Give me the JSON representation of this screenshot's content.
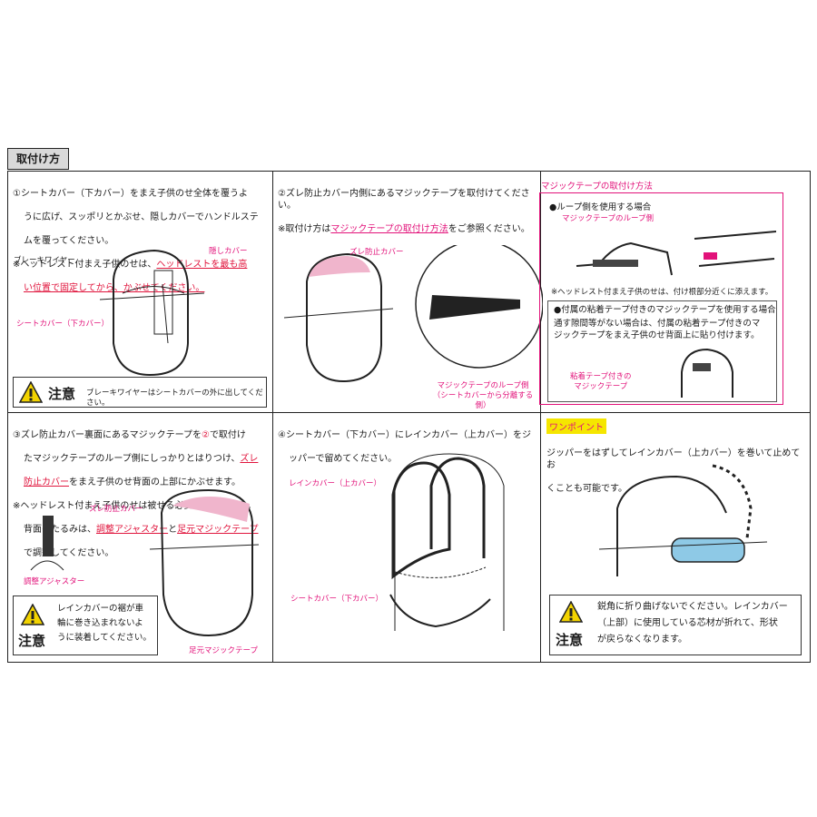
{
  "section_title": "取付け方",
  "p1": {
    "line1": "①シートカバー（下カバー）をまえ子供のせ全体を覆うよ",
    "line2": "うに広げ、スッポリとかぶせ、隠しカバーでハンドルステ",
    "line3": "ムを覆ってください。",
    "note_a": "※ヘッドレスト付まえ子供のせは、",
    "note_b": "ヘッドレストを最も高",
    "note_c": "い位置で固定してから、かぶせてください。",
    "label_brake": "ブレーキワイヤー",
    "label_hide": "隠しカバー",
    "label_seat": "シートカバー（下カバー）",
    "caution_word": "注意",
    "caution_text": "ブレーキワイヤーはシートカバーの外に出してください。"
  },
  "p2": {
    "line1": "②ズレ防止カバー内側にあるマジックテープを取付けてください。",
    "line2a": "※取付け方は",
    "line2b": "マジックテープの取付け方法",
    "line2c": "をご参照ください。",
    "label_zure": "ズレ防止カバー",
    "label_loop1": "マジックテープのループ側",
    "label_loop2": "（シートカバーから分離する側）"
  },
  "magic": {
    "title": "マジックテープの取付け方法",
    "loop_heading": "●ループ側を使用する場合",
    "loop_label": "マジックテープのループ側",
    "headrest_note": "※ヘッドレスト付まえ子供のせは、付け根部分近くに添えます。",
    "adh_heading": "●付属の粘着テープ付きのマジックテープを使用する場合",
    "adh_text": "通す隙間等がない場合は、付属の粘着テープ付きのマ\nジックテープをまえ子供のせ背面上に貼り付けます。",
    "adh_label": "粘着テープ付きの\nマジックテープ"
  },
  "p3": {
    "line1a": "③ズレ防止カバー裏面にあるマジックテープを",
    "line1b": "②",
    "line1c": "で取付け",
    "line2": "たマジックテープのループ側にしっかりとはりつけ、",
    "line2b": "ズレ",
    "line3a": "防止カバー",
    "line3b": "をまえ子供のせ背面の上部にかぶせます。",
    "line4": "※ヘッドレスト付まえ子供のせは被せる必要はありません。",
    "line5a": "背面のたるみは、",
    "line5b": "調整アジャスター",
    "line5c": "と",
    "line5d": "足元マジックテープ",
    "line6": "で調整してください。",
    "label_zure": "ズレ防止カバー",
    "label_adjuster": "調整アジャスター",
    "label_foot": "足元マジックテープ",
    "caution_word": "注意",
    "caution_text": "レインカバーの裾が車\n輪に巻き込まれないよ\nうに装着してください。"
  },
  "p4": {
    "line1": "④シートカバー（下カバー）にレインカバー（上カバー）をジ",
    "line2": "ッパーで留めてください。",
    "label_rain": "レインカバー（上カバー）",
    "label_seat": "シートカバー（下カバー）"
  },
  "p5": {
    "onepoint": "ワンポイント",
    "line1": "ジッパーをはずしてレインカバー（上カバー）を巻いて止めてお",
    "line2": "くことも可能です。",
    "caution_word": "注意",
    "caution_text": "鋭角に折り曲げないでください。レインカバー\n（上部）に使用している芯材が折れて、形状\nが戻らなくなります。"
  },
  "colors": {
    "accent_pink": "#e2127a",
    "accent_red": "#e0143c",
    "onepoint_yellow": "#f5e600",
    "caution_yellow": "#f2d300"
  }
}
